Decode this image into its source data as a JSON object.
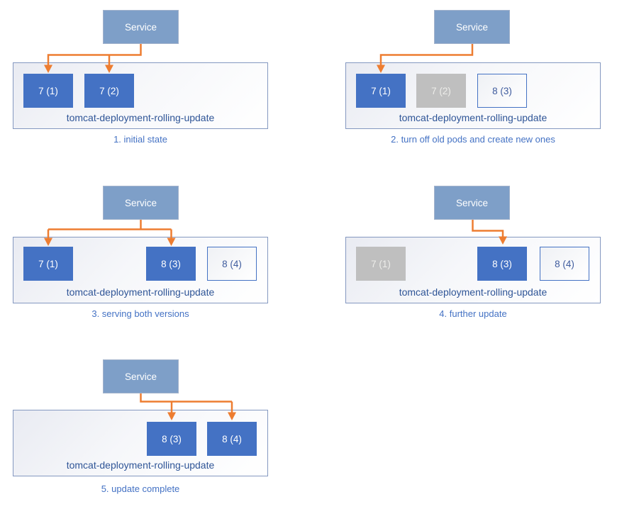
{
  "diagram": {
    "colors": {
      "pod_active": "#4472C4",
      "pod_disabled": "#BFBFBF",
      "pod_new_border": "#4472C4",
      "service_fill": "#7E9FC8",
      "arrow": "#ED7D31",
      "deployment_label_text": "#2F5597",
      "caption_text": "#4472C4"
    },
    "panels": [
      {
        "id": 1,
        "caption": "1. initial state",
        "service_label": "Service",
        "deployment_label": "tomcat-deployment-rolling-update",
        "service_targets": [
          "7 (1)",
          "7 (2)"
        ],
        "pods": [
          {
            "label": "7 (1)",
            "state": "active"
          },
          {
            "label": "7 (2)",
            "state": "active"
          }
        ]
      },
      {
        "id": 2,
        "caption": "2. turn off old pods and create new ones",
        "service_label": "Service",
        "deployment_label": "tomcat-deployment-rolling-update",
        "service_targets": [
          "7 (1)"
        ],
        "pods": [
          {
            "label": "7 (1)",
            "state": "active"
          },
          {
            "label": "7 (2)",
            "state": "off"
          },
          {
            "label": "8 (3)",
            "state": "new"
          }
        ]
      },
      {
        "id": 3,
        "caption": "3. serving both versions",
        "service_label": "Service",
        "deployment_label": "tomcat-deployment-rolling-update",
        "service_targets": [
          "7 (1)",
          "8 (3)"
        ],
        "pods": [
          {
            "label": "7 (1)",
            "state": "active"
          },
          {
            "label": "8 (3)",
            "state": "active"
          },
          {
            "label": "8 (4)",
            "state": "new"
          }
        ]
      },
      {
        "id": 4,
        "caption": "4. further update",
        "service_label": "Service",
        "deployment_label": "tomcat-deployment-rolling-update",
        "service_targets": [
          "8 (3)"
        ],
        "pods": [
          {
            "label": "7 (1)",
            "state": "off"
          },
          {
            "label": "8 (3)",
            "state": "active"
          },
          {
            "label": "8 (4)",
            "state": "new"
          }
        ]
      },
      {
        "id": 5,
        "caption": "5. update complete",
        "service_label": "Service",
        "deployment_label": "tomcat-deployment-rolling-update",
        "service_targets": [
          "8 (3)",
          "8 (4)"
        ],
        "pods": [
          {
            "label": "8 (3)",
            "state": "active"
          },
          {
            "label": "8 (4)",
            "state": "active"
          }
        ]
      }
    ]
  }
}
